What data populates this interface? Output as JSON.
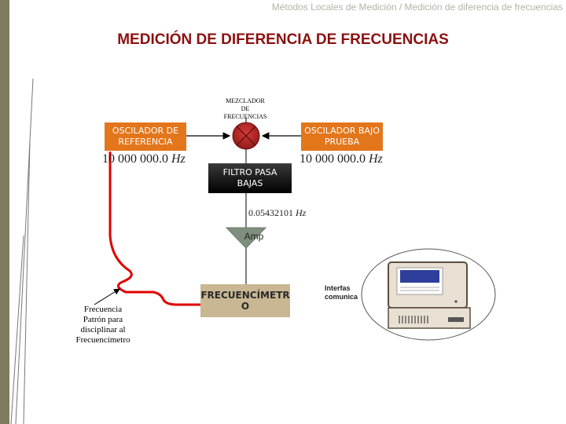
{
  "header": {
    "text": "Métodos Locales de Medición / Medición de diferencia de frecuencias"
  },
  "title": "MEDICIÓN DE DIFERENCIA DE FRECUENCIAS",
  "mixer": {
    "label_line1": "MEZCLADOR",
    "label_line2": "DE",
    "label_line3": "FRECUENCIAS"
  },
  "ref_oscillator": {
    "line1": "OSCILADOR DE",
    "line2": "REFERENCIA",
    "freq_value": "10 000 000.0",
    "freq_unit": "Hz"
  },
  "test_oscillator": {
    "line1": "OSCILADOR BAJO",
    "line2": "PRUEBA",
    "freq_value": "10 000 000.0",
    "freq_unit": "Hz"
  },
  "lowpass_filter": {
    "line1": "FILTRO PASA",
    "line2": "BAJAS",
    "out_value": "0.05432101",
    "out_unit": "Hz"
  },
  "amplifier": {
    "label": "Amp"
  },
  "counter": {
    "line1": "FRECUENCÍMETR",
    "line2": "O"
  },
  "note": {
    "line1": "Frecuencia",
    "line2": "Patrón para",
    "line3": "disciplinar al",
    "line4": "Frecuencímetro"
  },
  "interface": {
    "line1": "Interfas",
    "line2": "comunica"
  },
  "colors": {
    "title": "#8b1010",
    "orange_box": "#e3761b",
    "filter_box": "#000000",
    "counter_box": "#c9b793",
    "amp": "#7f8f7d",
    "red_line": "#e00000",
    "mixer": "#b22222",
    "left_bar": "#7d7a5e"
  }
}
